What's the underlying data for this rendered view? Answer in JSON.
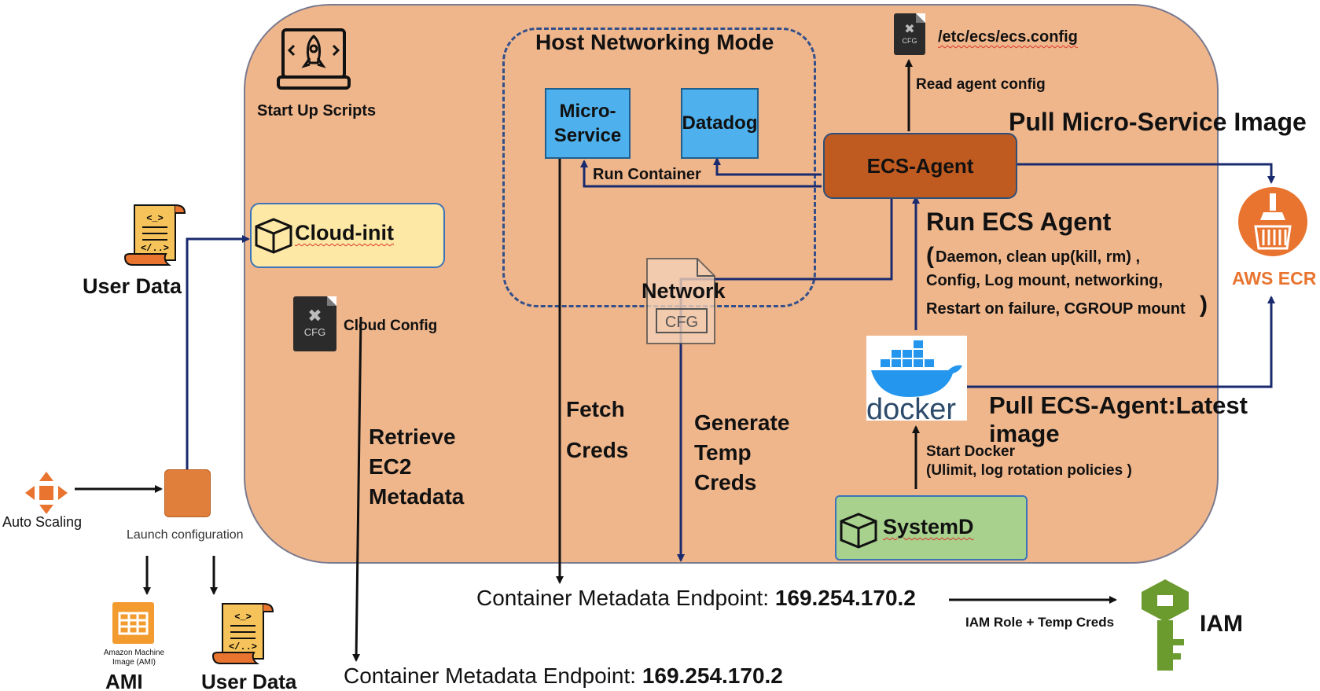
{
  "startup": {
    "label": "Start Up Scripts"
  },
  "host_network": {
    "title": "Host Networking Mode"
  },
  "microservice": {
    "line1": "Micro-",
    "line2": "Service"
  },
  "datadog": {
    "label": "Datadog"
  },
  "run_container": {
    "label": "Run Container"
  },
  "ecs_config": {
    "path": "/etc/ecs/ecs.config",
    "icon_text": "CFG"
  },
  "read_agent_config": {
    "label": "Read agent config"
  },
  "pull_microservice": {
    "label": "Pull Micro-Service Image"
  },
  "ecs_agent": {
    "label": "ECS-Agent"
  },
  "aws_ecr": {
    "label": "AWS ECR"
  },
  "run_ecs_agent": {
    "title": "Run ECS Agent",
    "open_paren": "(",
    "line1": "Daemon,  clean up(kill, rm)  ,",
    "line2": "Config,  Log mount, networking,",
    "line3": "Restart on failure, CGROUP mount",
    "close_paren": ")"
  },
  "network": {
    "label": "Network",
    "icon_text": "CFG"
  },
  "cloud_init": {
    "label": "Cloud-init"
  },
  "cloud_config": {
    "label": "Cloud Config",
    "icon_text": "CFG"
  },
  "user_data_top": {
    "label": "User Data"
  },
  "user_data_bottom": {
    "label": "User Data"
  },
  "docker": {
    "label": "docker"
  },
  "pull_ecs_agent": {
    "label": "Pull ECS-Agent:Latest image"
  },
  "start_docker": {
    "line1": "Start Docker",
    "line2": "(Ulimit,  log rotation policies )"
  },
  "systemd": {
    "label": "SystemD"
  },
  "fetch_creds": {
    "line1": "Fetch",
    "line2": "Creds"
  },
  "generate_temp_creds": {
    "line1": "Generate",
    "line2": "Temp",
    "line3": "Creds"
  },
  "retrieve_metadata": {
    "line1": "Retrieve",
    "line2": "EC2",
    "line3": "Metadata"
  },
  "auto_scaling": {
    "label": "Auto Scaling"
  },
  "launch_config": {
    "label": "Launch configuration"
  },
  "ami": {
    "caption": "Amazon Machine Image (AMI)",
    "label": "AMI"
  },
  "endpoint_middle": {
    "prefix": "Container Metadata Endpoint: ",
    "ip": "169.254.170.2"
  },
  "endpoint_bottom": {
    "prefix": "Container Metadata Endpoint: ",
    "ip": "169.254.170.2"
  },
  "iam_creds": {
    "label": "IAM Role + Temp Creds"
  },
  "iam": {
    "label": "IAM"
  },
  "colors": {
    "instance_fill": "#efb68c",
    "service_blue": "#4eb1ed",
    "ecs_agent_fill": "#bf5a20",
    "cloud_init_fill": "#fde8a6",
    "systemd_fill": "#a9d18e",
    "connector_navy": "#1a2a6e",
    "ecr_orange": "#e8742f",
    "iam_green": "#6b9a2e",
    "docker_blue": "#2496ed"
  }
}
